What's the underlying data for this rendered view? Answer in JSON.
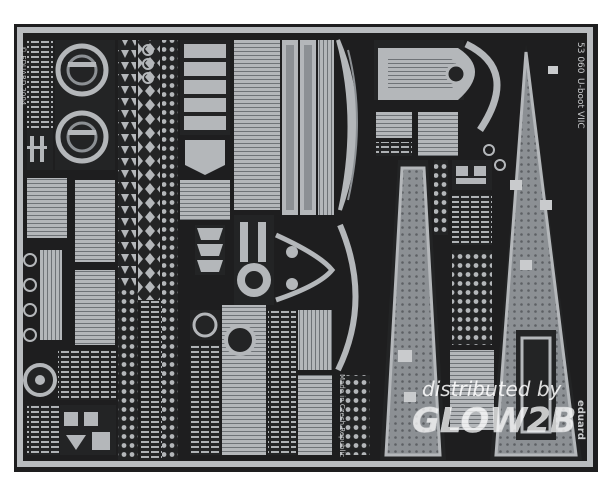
{
  "photo": {
    "subject": "Photo-etched brass detail fret for a U-boat model kit",
    "colors": {
      "background": "#ffffff",
      "frame": "#1e1e1f",
      "metal": "#a8abae",
      "metal_light": "#c9cbcd",
      "metal_dark": "#7c8084",
      "deck_fill": "#8e9296",
      "gap": "#232425"
    }
  },
  "fret": {
    "kit_code": "53 060",
    "kit_title": "U-boot VIIC",
    "brand": "eduard",
    "copyright": "© EDUARD 2004",
    "made_in": "Made in Czech Republic"
  },
  "watermark": {
    "line1": "distributed by",
    "line2": "GLOW2B"
  }
}
